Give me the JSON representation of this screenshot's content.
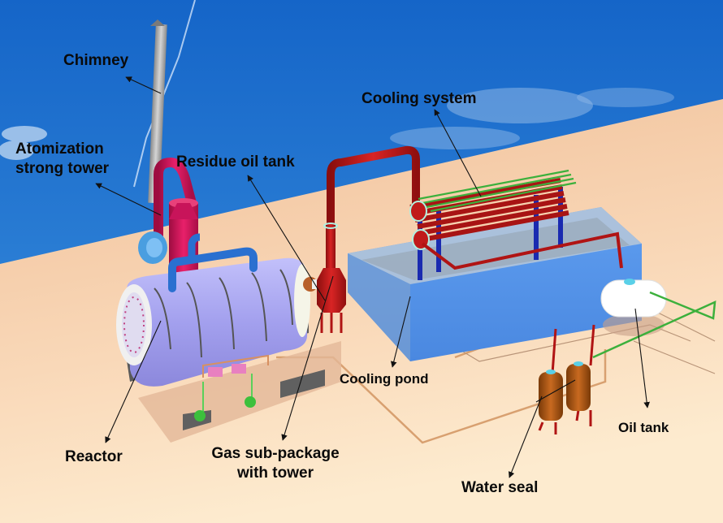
{
  "diagram": {
    "subject": "Tire/plastic pyrolysis plant layout",
    "colors": {
      "sky": "#1f77d0",
      "ground": "#f2c4a0",
      "reactor": "#a8a6f0",
      "tower_magenta": "#d4145a",
      "pipe_red": "#c01a1a",
      "pond_water": "#6aa6f0",
      "frame_blue": "#1a2ab0",
      "cooling_green": "#3cb03c",
      "water_seal": "#b8601a",
      "oil_tank": "#ffffff",
      "label_text": "#0a0a0a"
    },
    "labels": {
      "chimney": "Chimney",
      "atomization_line1": "Atomization",
      "atomization_line2": "strong tower",
      "residue_oil_tank": "Residue oil tank",
      "cooling_system": "Cooling system",
      "cooling_pond": "Cooling pond",
      "reactor": "Reactor",
      "gas_line1": "Gas sub-package",
      "gas_line2": "with tower",
      "water_seal": "Water seal",
      "oil_tank": "Oil tank"
    }
  }
}
